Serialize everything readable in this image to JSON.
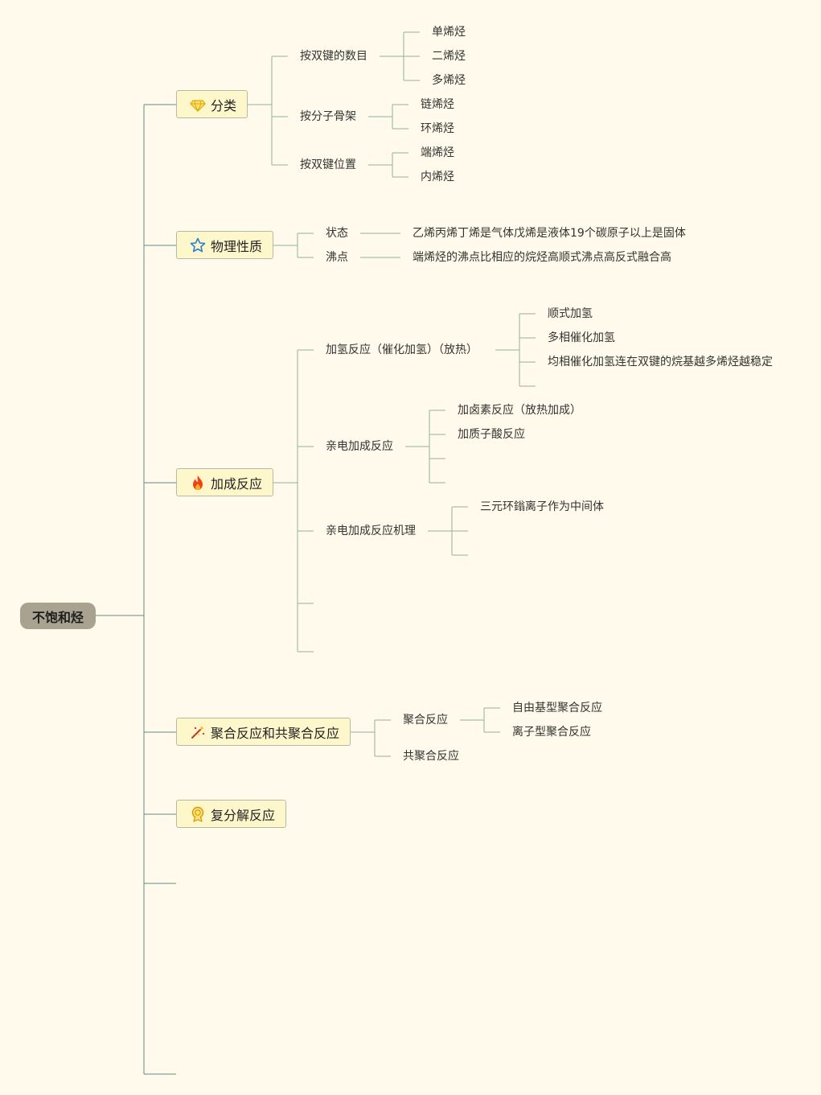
{
  "root": "不饱和烃",
  "colors": {
    "background": "#fffaeb",
    "trunk": "#5d8f84",
    "branch": "#93b39d",
    "root_fill": "#a9a291",
    "box_fill": "#fff7cc"
  },
  "branches": [
    {
      "label": "分类",
      "icon": "gem-icon"
    },
    {
      "label": "物理性质",
      "icon": "star-icon"
    },
    {
      "label": "加成反应",
      "icon": "fire-icon"
    },
    {
      "label": "聚合反应和共聚合反应",
      "icon": "magic-wand-icon"
    },
    {
      "label": "复分解反应",
      "icon": "medal-icon"
    }
  ],
  "classification": {
    "by_count": "按双键的数目",
    "by_count_items": [
      "单烯烃",
      "二烯烃",
      "多烯烃"
    ],
    "by_skeleton": "按分子骨架",
    "by_skeleton_items": [
      "链烯烃",
      "环烯烃"
    ],
    "by_position": "按双键位置",
    "by_position_items": [
      "端烯烃",
      "内烯烃"
    ]
  },
  "physical": {
    "state": "状态",
    "state_detail": "乙烯丙烯丁烯是气体戊烯是液体19个碳原子以上是固体",
    "boiling": "沸点",
    "boiling_detail": "端烯烃的沸点比相应的烷烃高顺式沸点高反式融合高"
  },
  "addition": {
    "hydrogenation": "加氢反应（催化加氢）（放热）",
    "hydrogenation_items": [
      "顺式加氢",
      "多相催化加氢",
      "均相催化加氢连在双键的烷基越多烯烃越稳定"
    ],
    "electrophilic": "亲电加成反应",
    "electrophilic_items": [
      "加卤素反应（放热加成）",
      "加质子酸反应"
    ],
    "mechanism": "亲电加成反应机理",
    "mechanism_items": [
      "三元环鎓离子作为中间体"
    ]
  },
  "polymerization": {
    "poly": "聚合反应",
    "poly_items": [
      "自由基型聚合反应",
      "离子型聚合反应"
    ],
    "copoly": "共聚合反应"
  }
}
